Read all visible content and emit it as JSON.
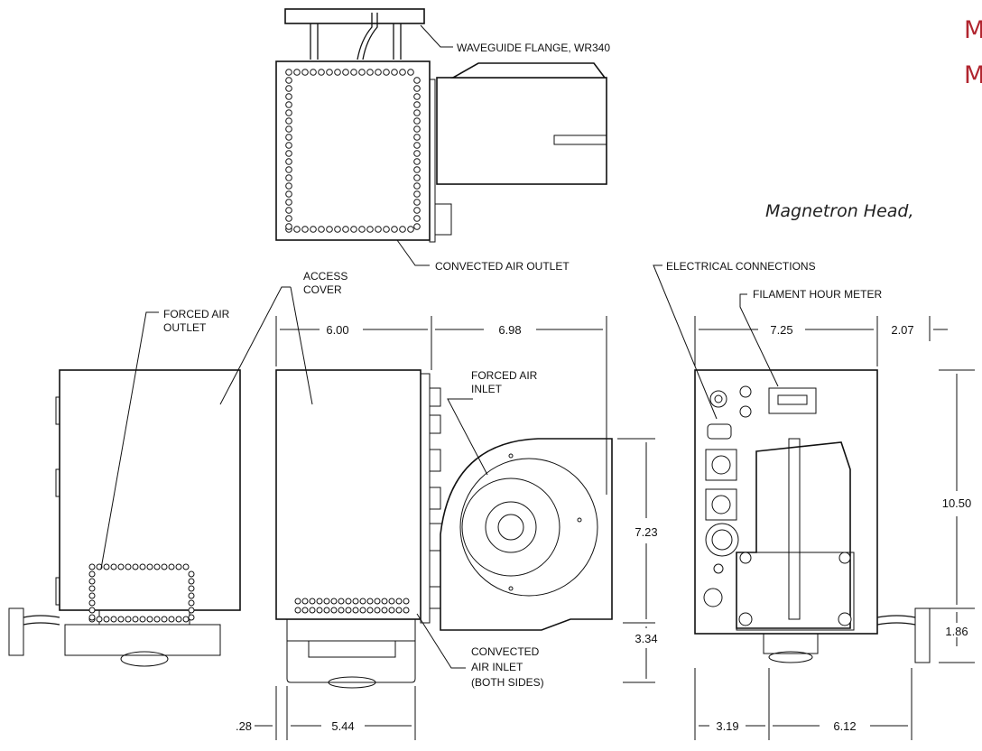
{
  "title": {
    "line1": "M",
    "line2": "M"
  },
  "caption": "Magnetron Head,",
  "labels": {
    "waveguide_flange": "WAVEGUIDE FLANGE, WR340",
    "convected_air_outlet": "CONVECTED AIR OUTLET",
    "electrical_connections": "ELECTRICAL CONNECTIONS",
    "filament_hour_meter": "FILAMENT HOUR METER",
    "access_cover_1": "ACCESS",
    "access_cover_2": "COVER",
    "forced_air_outlet_1": "FORCED AIR",
    "forced_air_outlet_2": "OUTLET",
    "forced_air_inlet_1": "FORCED AIR",
    "forced_air_inlet_2": "INLET",
    "convected_air_inlet_1": "CONVECTED",
    "convected_air_inlet_2": "AIR INLET",
    "convected_air_inlet_3": "(BOTH SIDES)"
  },
  "dimensions": {
    "d_6_00": "6.00",
    "d_6_98": "6.98",
    "d_7_25": "7.25",
    "d_2_07": "2.07",
    "d_10_50": "10.50",
    "d_7_23": "7.23",
    "d_3_34": "3.34",
    "d_1_86": "1.86",
    "d_0_28": ".28",
    "d_5_44": "5.44",
    "d_3_19": "3.19",
    "d_6_12": "6.12"
  }
}
